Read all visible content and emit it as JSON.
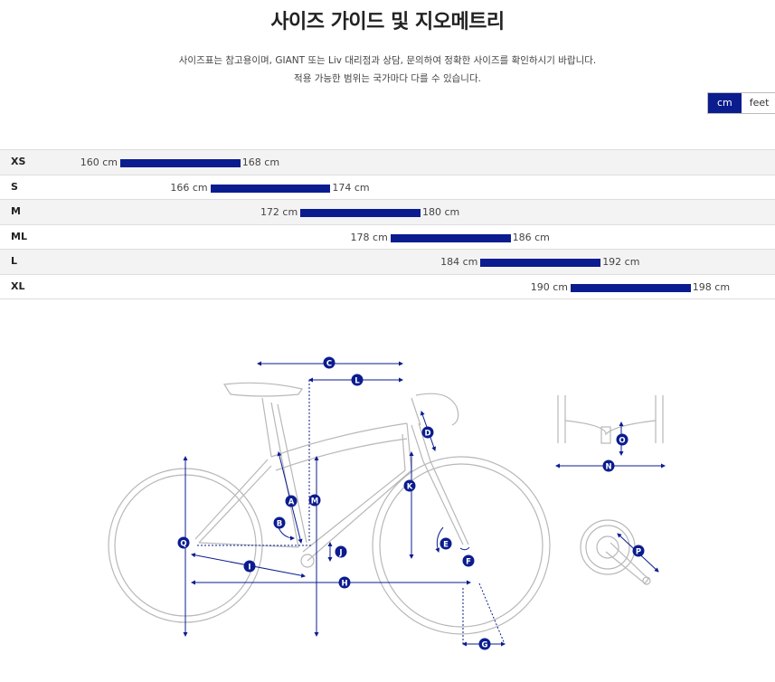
{
  "page": {
    "title": "사이즈 가이드 및 지오메트리",
    "description_line1": "사이즈표는 참고용이며, GIANT 또는 Liv 대리점과 상담, 문의하여 정확한 사이즈를 확인하시기 바랍니다.",
    "description_line2": "적용 가능한 범위는 국가마다 다를 수 있습니다."
  },
  "unit_toggle": {
    "selected": "cm",
    "options": [
      "cm",
      "feet"
    ]
  },
  "colors": {
    "accent": "#0b1c8f",
    "diagram": "#0b1c8f",
    "bike_outline": "#b8b8b8"
  },
  "chart_data": {
    "type": "bar",
    "unit": "cm",
    "x_range": [
      155,
      200
    ],
    "rows": [
      {
        "size": "XS",
        "min": 160,
        "max": 168,
        "min_label": "160 cm",
        "max_label": "168 cm"
      },
      {
        "size": "S",
        "min": 166,
        "max": 174,
        "min_label": "166 cm",
        "max_label": "174 cm"
      },
      {
        "size": "M",
        "min": 172,
        "max": 180,
        "min_label": "172 cm",
        "max_label": "180 cm"
      },
      {
        "size": "ML",
        "min": 178,
        "max": 186,
        "min_label": "178 cm",
        "max_label": "186 cm"
      },
      {
        "size": "L",
        "min": 184,
        "max": 192,
        "min_label": "184 cm",
        "max_label": "192 cm"
      },
      {
        "size": "XL",
        "min": 190,
        "max": 198,
        "min_label": "190 cm",
        "max_label": "198 cm"
      }
    ]
  },
  "geometry_labels": [
    "A",
    "B",
    "C",
    "D",
    "E",
    "F",
    "G",
    "H",
    "I",
    "J",
    "K",
    "L",
    "M",
    "N",
    "O",
    "P",
    "Q"
  ]
}
